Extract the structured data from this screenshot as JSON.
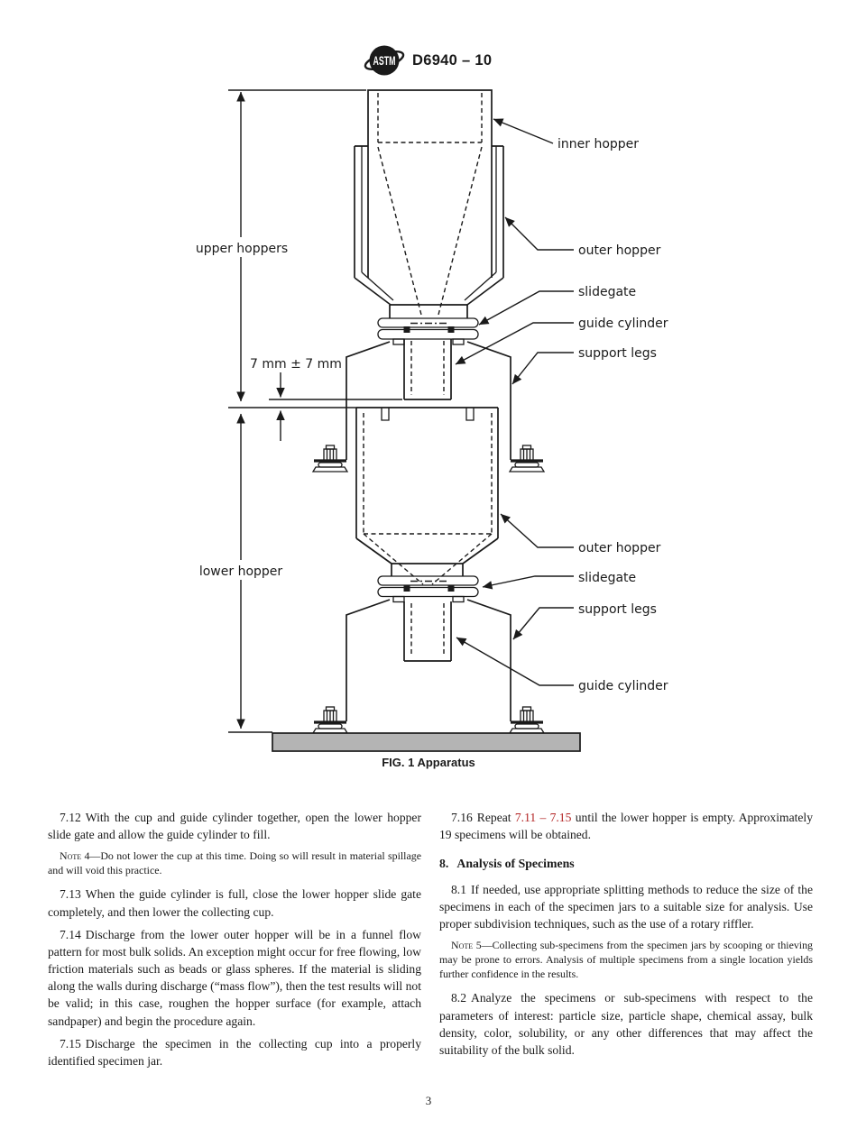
{
  "document": {
    "designation": "D6940 – 10",
    "page_number": "3"
  },
  "figure": {
    "caption": "FIG. 1 Apparatus",
    "labels": {
      "upper_hoppers": "upper hoppers",
      "gap_dimension": "7 mm ± 7 mm",
      "lower_hopper": "lower hopper",
      "inner_hopper": "inner hopper",
      "outer_hopper_upper": "outer hopper",
      "slidegate_upper": "slidegate",
      "guide_cylinder_upper": "guide cylinder",
      "support_legs_upper": "support legs",
      "outer_hopper_lower": "outer hopper",
      "slidegate_lower": "slidegate",
      "support_legs_lower": "support legs",
      "guide_cylinder_lower": "guide cylinder"
    }
  },
  "content": {
    "left_column": {
      "p712_num": "7.12",
      "p712_text": "With the cup and guide cylinder together, open the lower hopper slide gate and allow the guide cylinder to fill.",
      "note4_label": "Note 4—",
      "note4_text": "Do not lower the cup at this time. Doing so will result in material spillage and will void this practice.",
      "p713_num": "7.13",
      "p713_text": "When the guide cylinder is full, close the lower hopper slide gate completely, and then lower the collecting cup.",
      "p714_num": "7.14",
      "p714_text": "Discharge from the lower outer hopper will be in a funnel flow pattern for most bulk solids. An exception might occur for free flowing, low friction materials such as beads or glass spheres. If the material is sliding along the walls during discharge (“mass flow”), then the test results will not be valid; in this case, roughen the hopper surface (for example, attach sandpaper) and begin the procedure again.",
      "p715_num": "7.15",
      "p715_text": "Discharge the specimen in the collecting cup into a properly identified specimen jar."
    },
    "right_column": {
      "p716_num": "7.16",
      "p716_before": "Repeat",
      "p716_link": "7.11 – 7.15",
      "p716_after": "until the lower hopper is empty. Approximately 19 specimens will be obtained.",
      "s8_num": "8.",
      "s8_title": "Analysis of Specimens",
      "p81_num": "8.1",
      "p81_text": "If needed, use appropriate splitting methods to reduce the size of the specimens in each of the specimen jars to a suitable size for analysis. Use proper subdivision techniques, such as the use of a rotary riffler.",
      "note5_label": "Note 5—",
      "note5_text": "Collecting sub-specimens from the specimen jars by scooping or thieving may be prone to errors. Analysis of multiple specimens from a single location yields further confidence in the results.",
      "p82_num": "8.2",
      "p82_text": "Analyze the specimens or sub-specimens with respect to the parameters of interest: particle size, particle shape, chemical assay, bulk density, color, solubility, or any other differences that may affect the suitability of the bulk solid."
    }
  },
  "colors": {
    "link_red": "#b22222",
    "base_plate_gray": "#b4b4b4",
    "line_black": "#1a1a1a"
  }
}
